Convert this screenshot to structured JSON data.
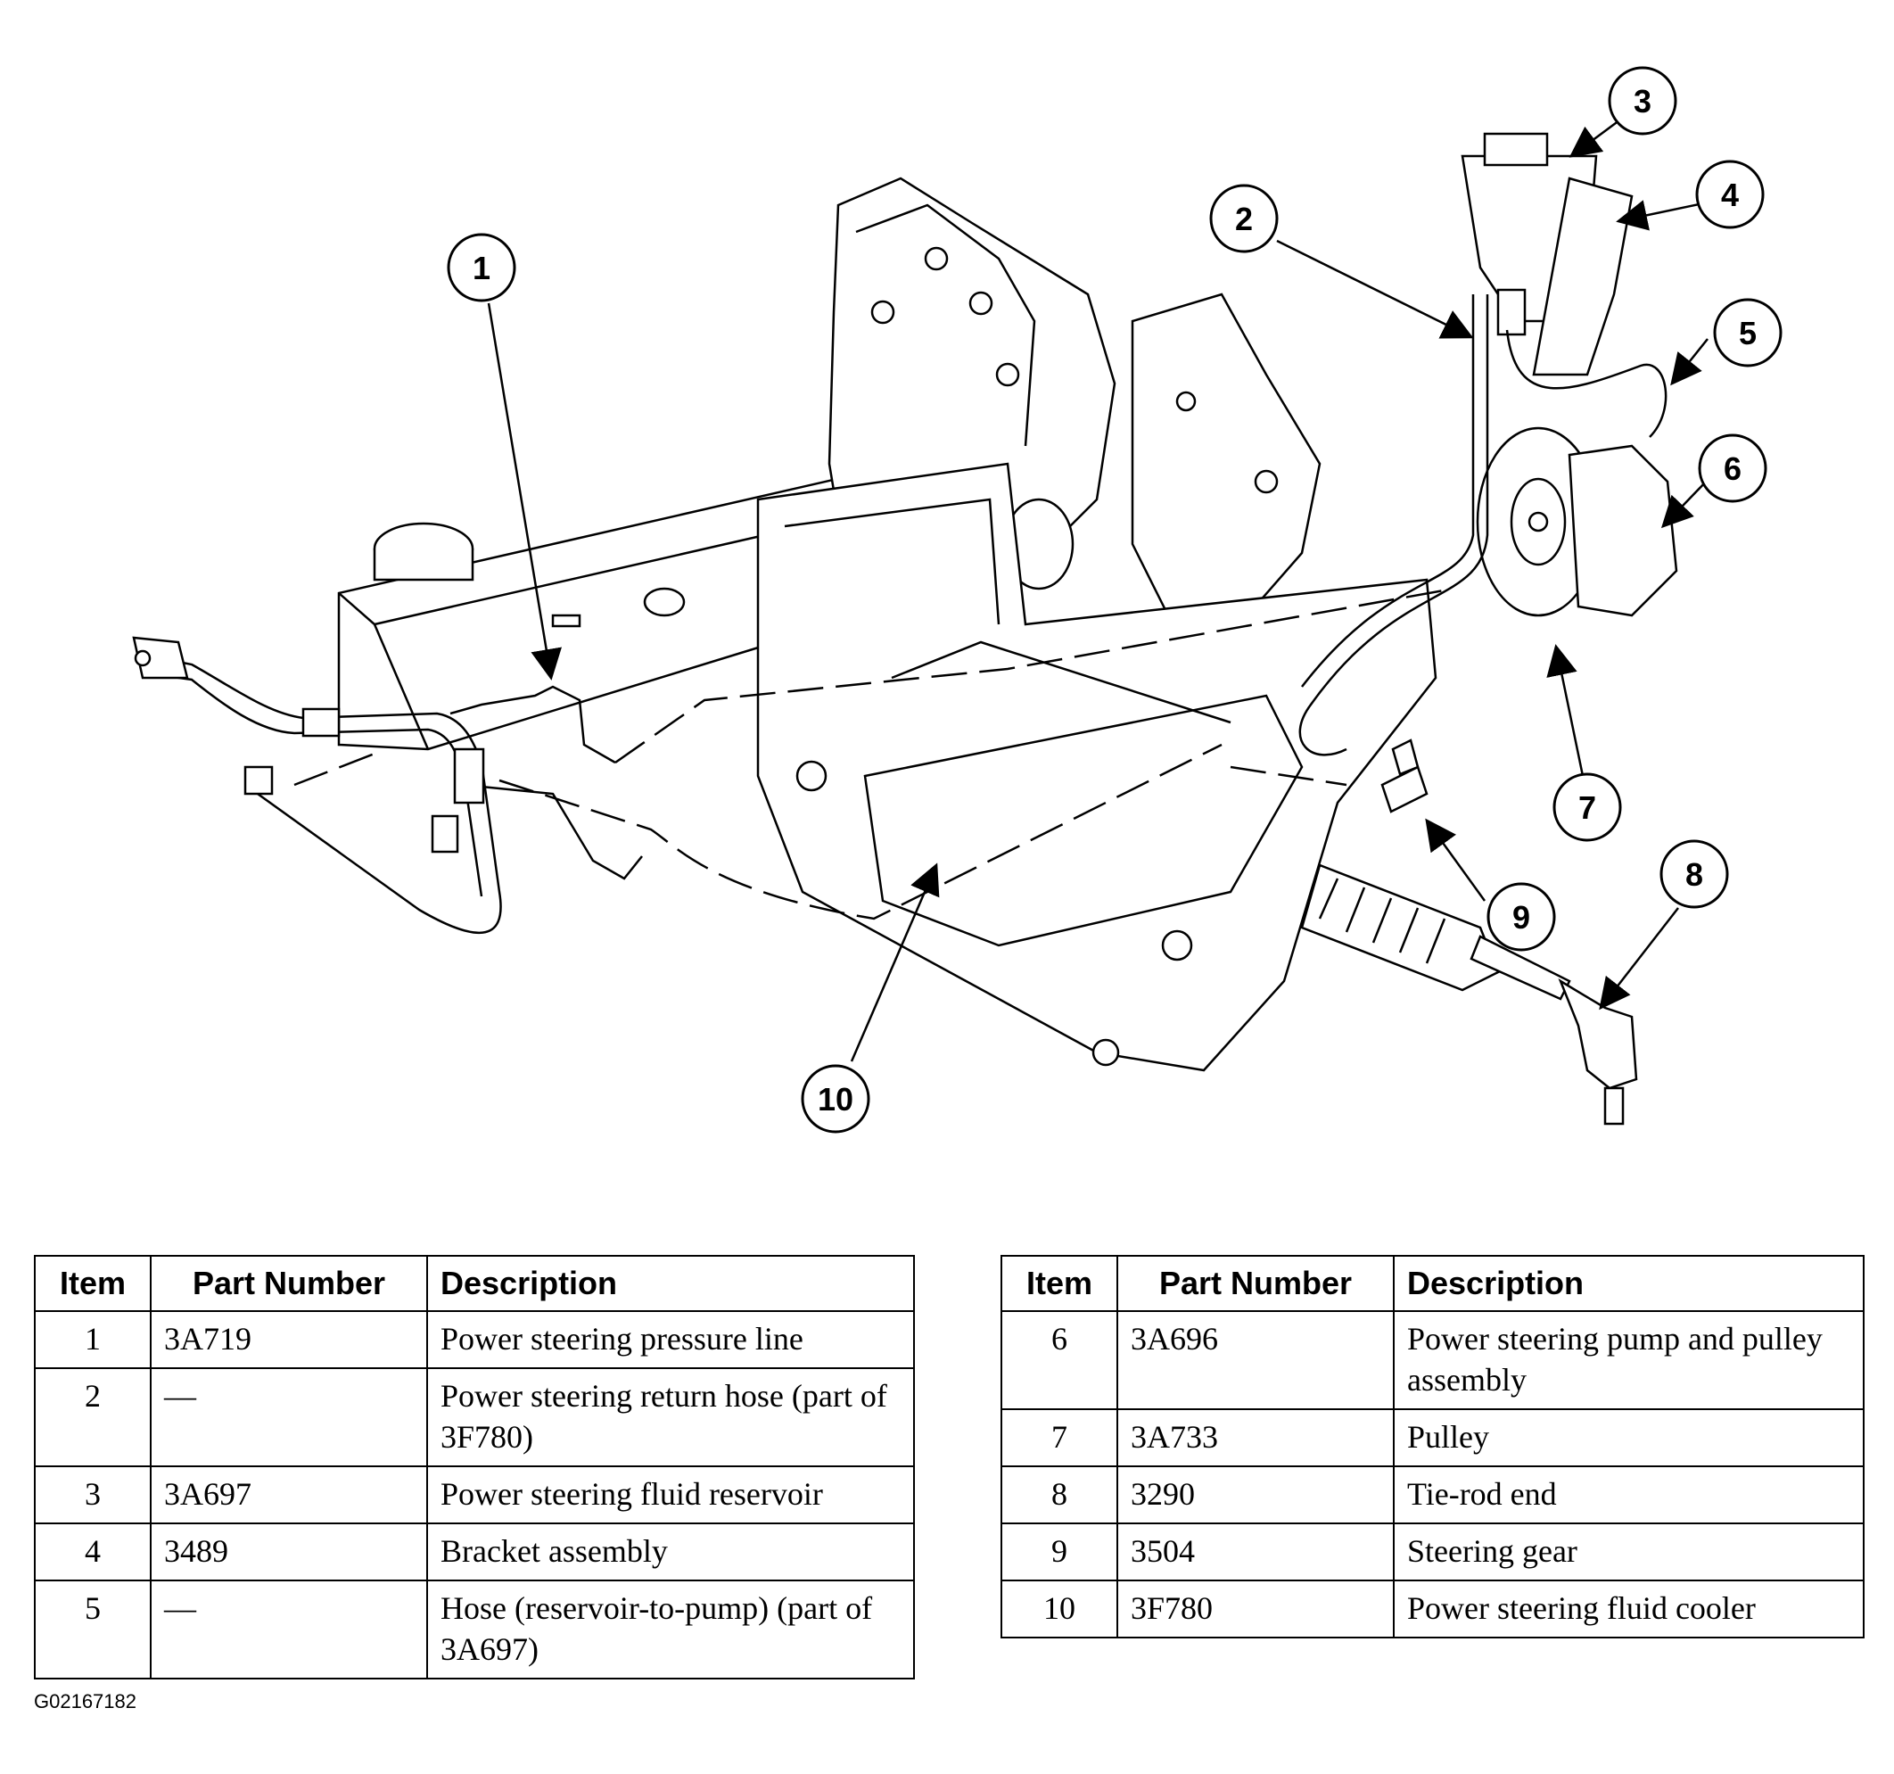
{
  "callouts": [
    {
      "label": "1"
    },
    {
      "label": "2"
    },
    {
      "label": "3"
    },
    {
      "label": "4"
    },
    {
      "label": "5"
    },
    {
      "label": "6"
    },
    {
      "label": "7"
    },
    {
      "label": "8"
    },
    {
      "label": "9"
    },
    {
      "label": "10"
    }
  ],
  "table_headers": {
    "item": "Item",
    "part_number": "Part Number",
    "description": "Description"
  },
  "parts_left": [
    {
      "item": "1",
      "part_number": "3A719",
      "description": "Power steering pressure line"
    },
    {
      "item": "2",
      "part_number": "—",
      "description": "Power steering return hose (part of 3F780)"
    },
    {
      "item": "3",
      "part_number": "3A697",
      "description": "Power steering fluid reservoir"
    },
    {
      "item": "4",
      "part_number": "3489",
      "description": "Bracket assembly"
    },
    {
      "item": "5",
      "part_number": "—",
      "description": "Hose (reservoir-to-pump) (part of 3A697)"
    }
  ],
  "parts_right": [
    {
      "item": "6",
      "part_number": "3A696",
      "description": "Power steering pump and pulley assembly"
    },
    {
      "item": "7",
      "part_number": "3A733",
      "description": "Pulley"
    },
    {
      "item": "8",
      "part_number": "3290",
      "description": "Tie-rod end"
    },
    {
      "item": "9",
      "part_number": "3504",
      "description": "Steering gear"
    },
    {
      "item": "10",
      "part_number": "3F780",
      "description": "Power steering fluid cooler"
    }
  ],
  "figure_code": "G02167182"
}
